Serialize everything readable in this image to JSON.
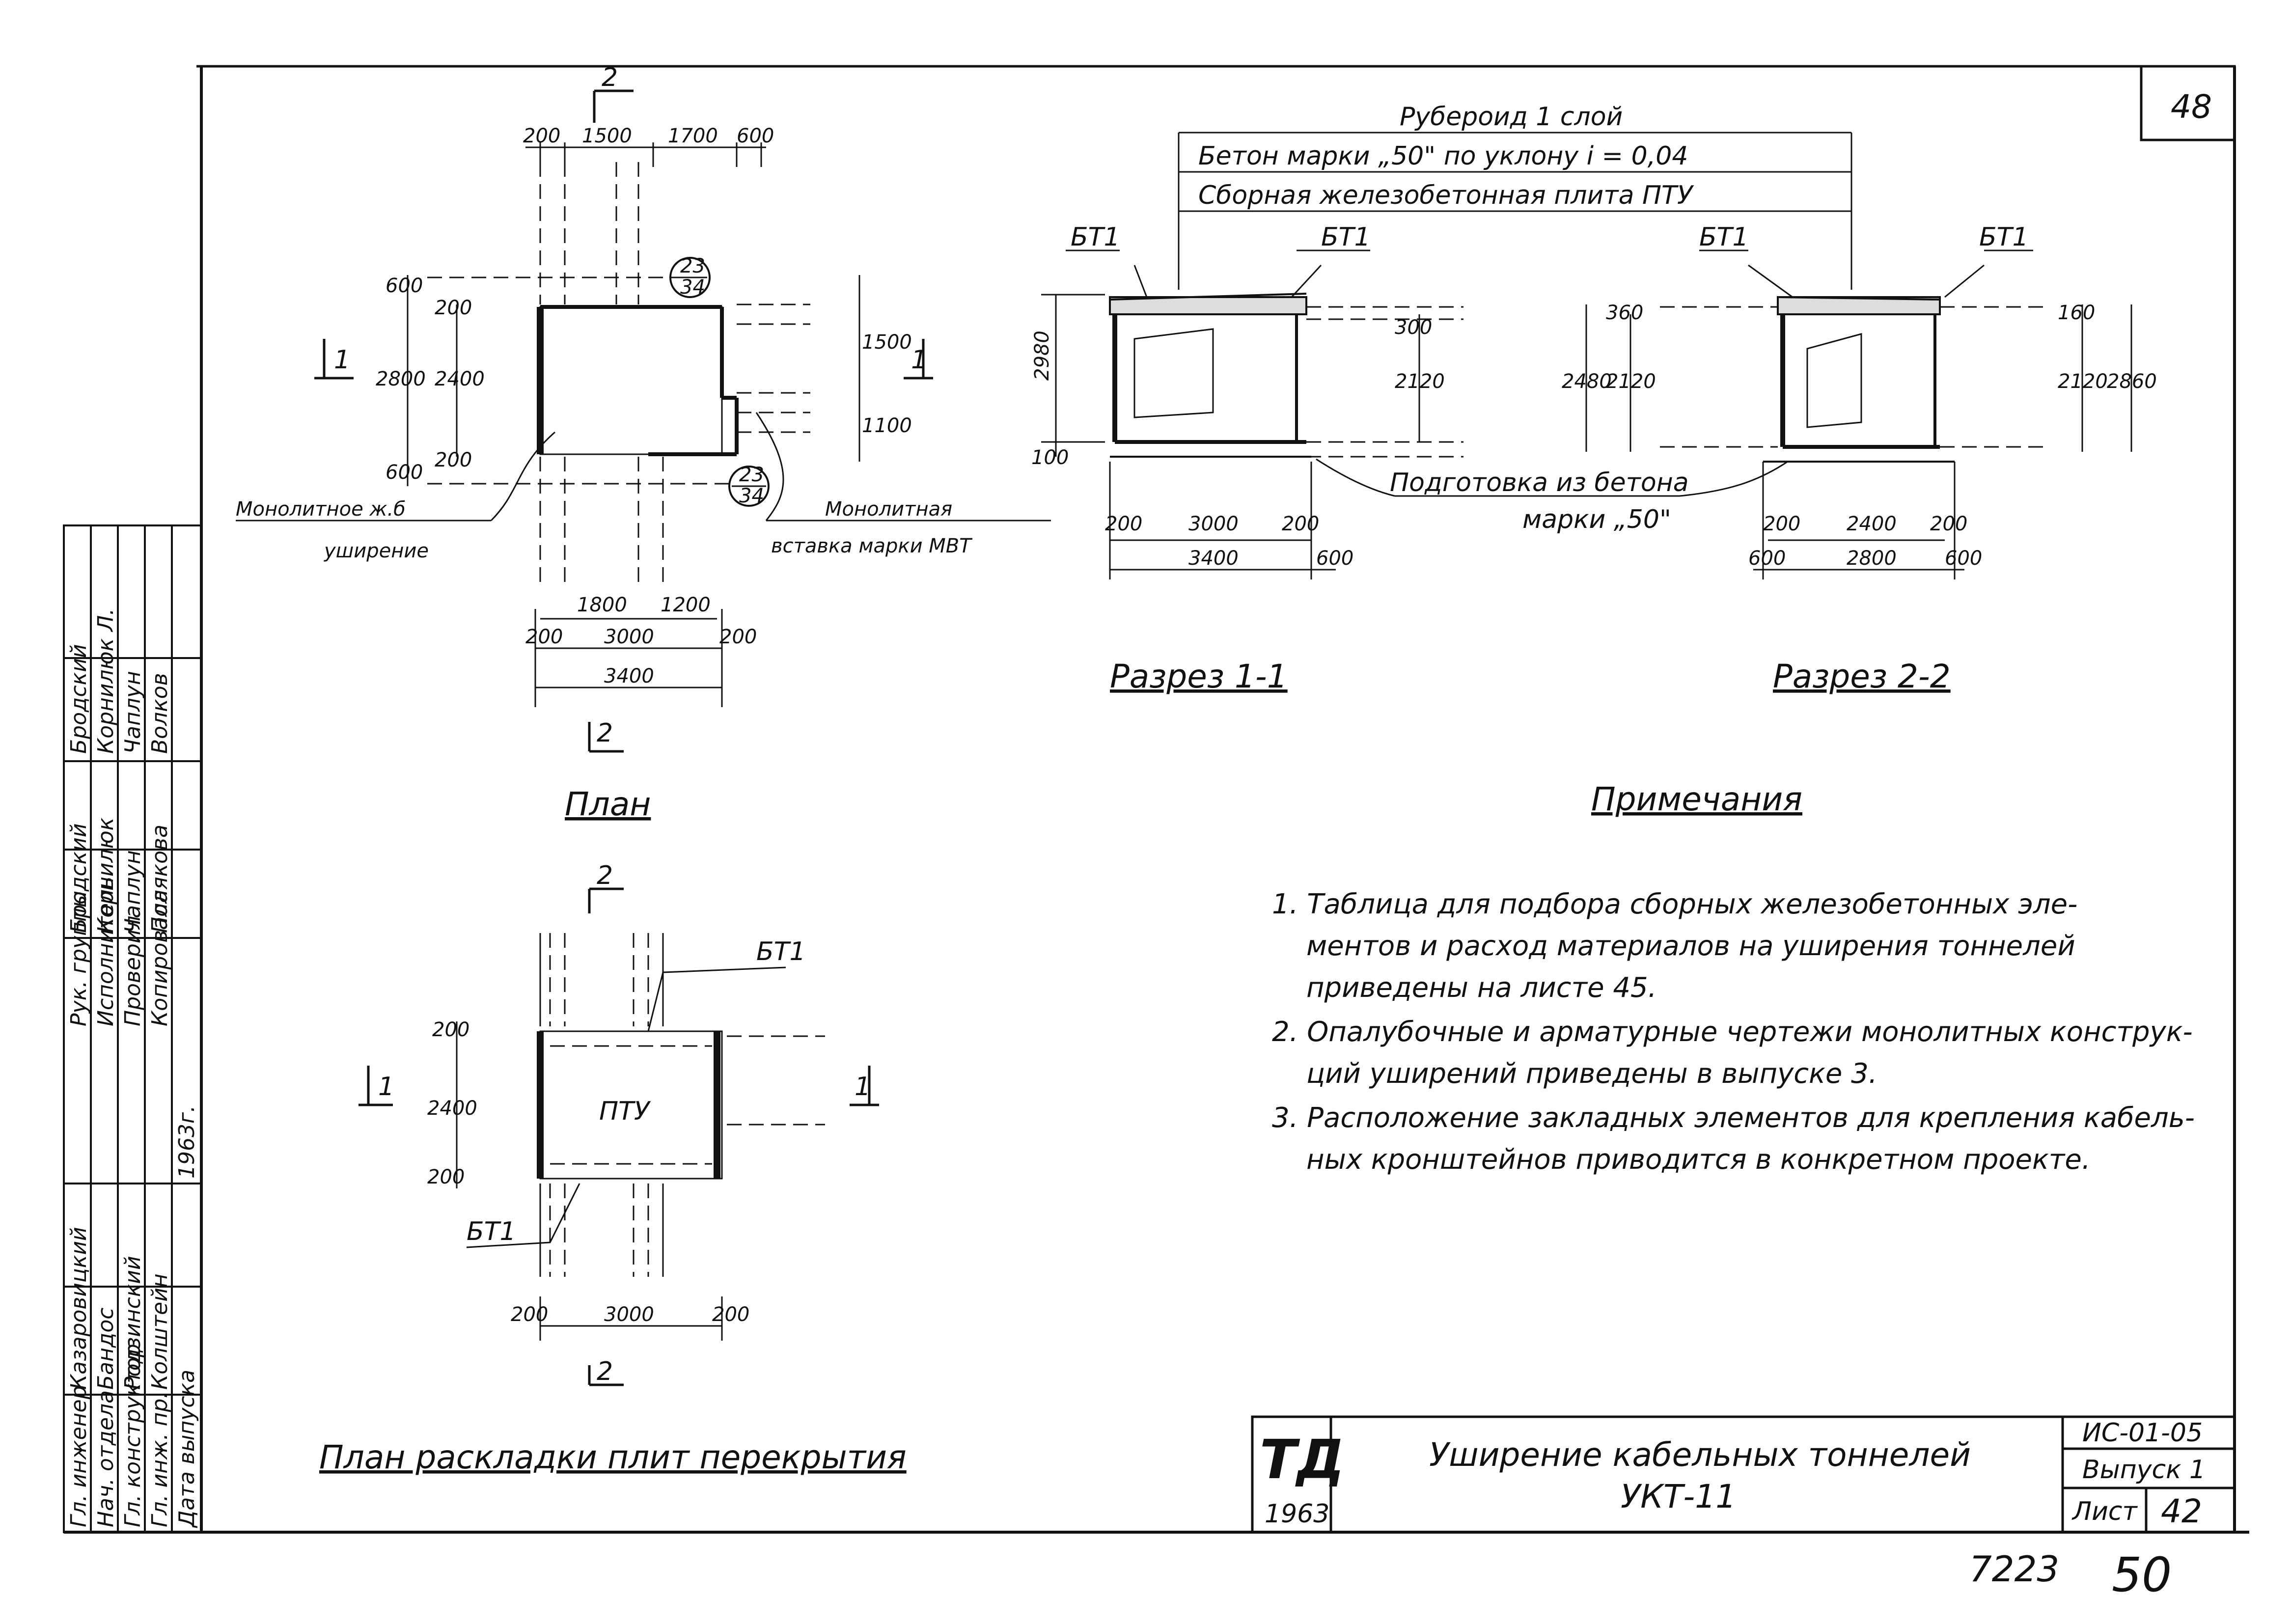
{
  "sheet": {
    "number": "48",
    "page_stamp": "50",
    "archive_no": "7223"
  },
  "plan": {
    "title": "План",
    "top_dims": [
      "200",
      "1500",
      "1700",
      "600"
    ],
    "left_dims": [
      "600",
      "200",
      "2800",
      "2400",
      "200",
      "600"
    ],
    "right_dims": [
      "1500",
      "1100"
    ],
    "bottom_dims_1": [
      "1800",
      "1200"
    ],
    "bottom_dims_2": [
      "200",
      "3000",
      "200"
    ],
    "bottom_dims_3": [
      "3400"
    ],
    "circle_ref_1": {
      "top": "23",
      "bottom": "34"
    },
    "circle_ref_2": {
      "top": "23",
      "bottom": "34"
    },
    "label_left": "Монолитное ж.б уширение",
    "label_right": "Монолитная вставка марки МВТ",
    "section_mark_1": "1",
    "section_mark_2": "2"
  },
  "section_1_1": {
    "title": "Разрез 1-1",
    "dims": [
      "2980",
      "100",
      "300",
      "2120",
      "200",
      "3000",
      "200",
      "3400",
      "600"
    ],
    "bt_labels": [
      "БТ1",
      "БТ1"
    ]
  },
  "section_2_2": {
    "title": "Разрез 2-2",
    "dims": [
      "2480",
      "2120",
      "360",
      "160",
      "2120",
      "2860",
      "200",
      "2400",
      "200",
      "600",
      "2800",
      "600"
    ],
    "bt_labels": [
      "БТ1",
      "БТ1"
    ]
  },
  "layers": {
    "roofing": "Рубероид 1 слой",
    "concrete": "Бетон марки „50\" по уклону i = 0,04",
    "slab": "Сборная железобетонная плита ПТУ",
    "prep": "Подготовка из бетона",
    "prep2": "марки „50\""
  },
  "slab_plan": {
    "title": "План раскладки плит перекрытия",
    "slab_label": "ПТУ",
    "bt_top": "БТ1",
    "bt_bottom": "БТ1",
    "left_dims": [
      "200",
      "2400",
      "200"
    ],
    "bottom_dims": [
      "200",
      "3000",
      "200"
    ]
  },
  "notes": {
    "title": "Примечания",
    "items": [
      "1. Таблица для подбора сборных железобетонных эле-",
      "ментов и расход материалов на уширения тоннелей",
      "приведены на листе 45.",
      "2. Опалубочные и арматурные чертежи монолитных конструк-",
      "ций уширений приведены в выпуске 3.",
      "3. Расположение закладных элементов для крепления кабель-",
      "ных кронштейнов приводится в конкретном проекте."
    ]
  },
  "title_block": {
    "logo_top": "ТД",
    "logo_year": "1963",
    "title_line1": "Уширение кабельных тоннелей",
    "title_line2": "УКТ-11",
    "code": "ИС-01-05",
    "issue": "Выпуск 1",
    "sheet_label": "Лист",
    "sheet_no": "42"
  },
  "side_stamp": {
    "rows": [
      [
        "Гл. инженер",
        "Казаровицкий",
        "",
        "Рук. группы",
        "Бродский",
        "",
        "Бродский"
      ],
      [
        "Нач. отдела",
        "Бандос",
        "",
        "Исполнитель",
        "Корнилюк",
        "",
        "Корнилюк Л."
      ],
      [
        "Гл. конструктор",
        "Родзинский",
        "",
        "Проверил",
        "Чаплун",
        "",
        "Чаплун"
      ],
      [
        "Гл. инж. пр.",
        "Колштейн",
        "1963г.",
        "Копировала",
        "Полякова",
        "",
        "Волков"
      ],
      [
        "Дата выпуска",
        "",
        "",
        "",
        "",
        "",
        ""
      ]
    ]
  }
}
